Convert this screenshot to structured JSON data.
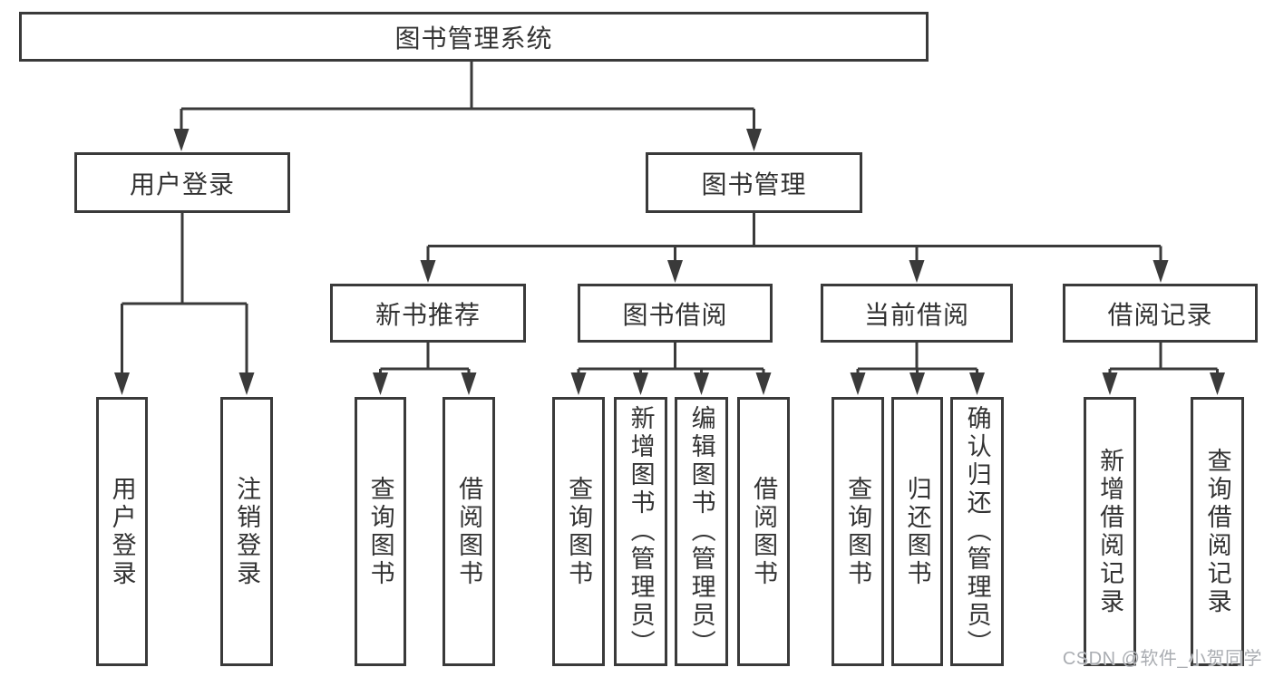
{
  "colors": {
    "line": "#3a3a3a",
    "border": "#3a3a3a",
    "text": "#333333",
    "background": "#ffffff",
    "watermark": "#aaadb2"
  },
  "watermark": {
    "text": "CSDN @软件_小贺同学"
  },
  "diagram": {
    "root": {
      "label": "图书管理系统"
    },
    "branches": [
      {
        "label": "用户登录",
        "children": [
          {
            "label": "用户登录"
          },
          {
            "label": "注销登录"
          }
        ]
      },
      {
        "label": "图书管理",
        "children": [
          {
            "label": "新书推荐",
            "children": [
              {
                "label": "查询图书"
              },
              {
                "label": "借阅图书"
              }
            ]
          },
          {
            "label": "图书借阅",
            "children": [
              {
                "label": "查询图书"
              },
              {
                "label": "新增图书（管理员）"
              },
              {
                "label": "编辑图书（管理员）"
              },
              {
                "label": "借阅图书"
              }
            ]
          },
          {
            "label": "当前借阅",
            "children": [
              {
                "label": "查询图书"
              },
              {
                "label": "归还图书"
              },
              {
                "label": "确认归还（管理员）"
              }
            ]
          },
          {
            "label": "借阅记录",
            "children": [
              {
                "label": "新增借阅记录"
              },
              {
                "label": "查询借阅记录"
              }
            ]
          }
        ]
      }
    ]
  }
}
